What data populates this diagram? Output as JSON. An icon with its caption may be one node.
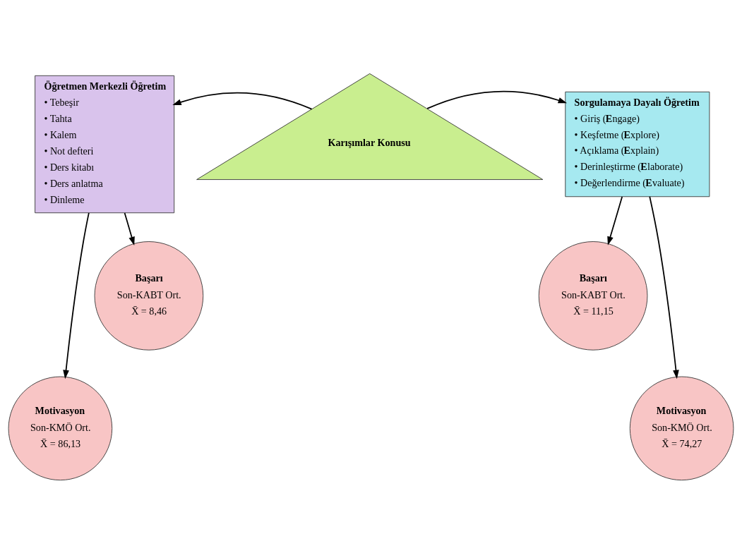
{
  "diagram": {
    "nodes": [
      {
        "text": [
          "Öğretmen Merkezli Öğretim",
          "• Tebeşir",
          "• Tahta",
          "• Kalem",
          "• Not defteri",
          "• Ders kitabı",
          "• Ders anlatma",
          "• Dinleme"
        ]
      },
      {
        "text": [
          "Karışımlar Konusu"
        ]
      },
      {
        "text": [
          "Sorgulamaya Dayalı Öğretim",
          "• Giriş (**E**ngage)",
          "• Keşfetme (**E**xplore)",
          "• Açıklama (**E**xplain)",
          "• Derinleştirme (**E**laborate)",
          "• Değerlendirme (**E**valuate)"
        ]
      },
      {
        "text": [
          "Motivasyon",
          "Son-KMÖ Ort.",
          "X̄ = 86,13"
        ]
      },
      {
        "text": [
          "Başarı",
          "Son-KABT Ort.",
          "X̄ = 8,46"
        ]
      },
      {
        "text": [
          "Başarı",
          "Son-KABT Ort.",
          "X̄ = 11,15"
        ]
      },
      {
        "text": [
          "Motivasyon",
          "Son-KMÖ Ort.",
          "X̄ = 74,27"
        ]
      }
    ],
    "edges": [
      {
        "from": 1,
        "to": 0,
        "arrow": "to"
      },
      {
        "from": 1,
        "to": 2,
        "arrow": "to"
      },
      {
        "from": 0,
        "to": 3,
        "arrow": "to"
      },
      {
        "from": 0,
        "to": 4,
        "arrow": "to"
      },
      {
        "from": 2,
        "to": 5,
        "arrow": "to"
      },
      {
        "from": 2,
        "to": 6,
        "arrow": "to"
      }
    ]
  }
}
